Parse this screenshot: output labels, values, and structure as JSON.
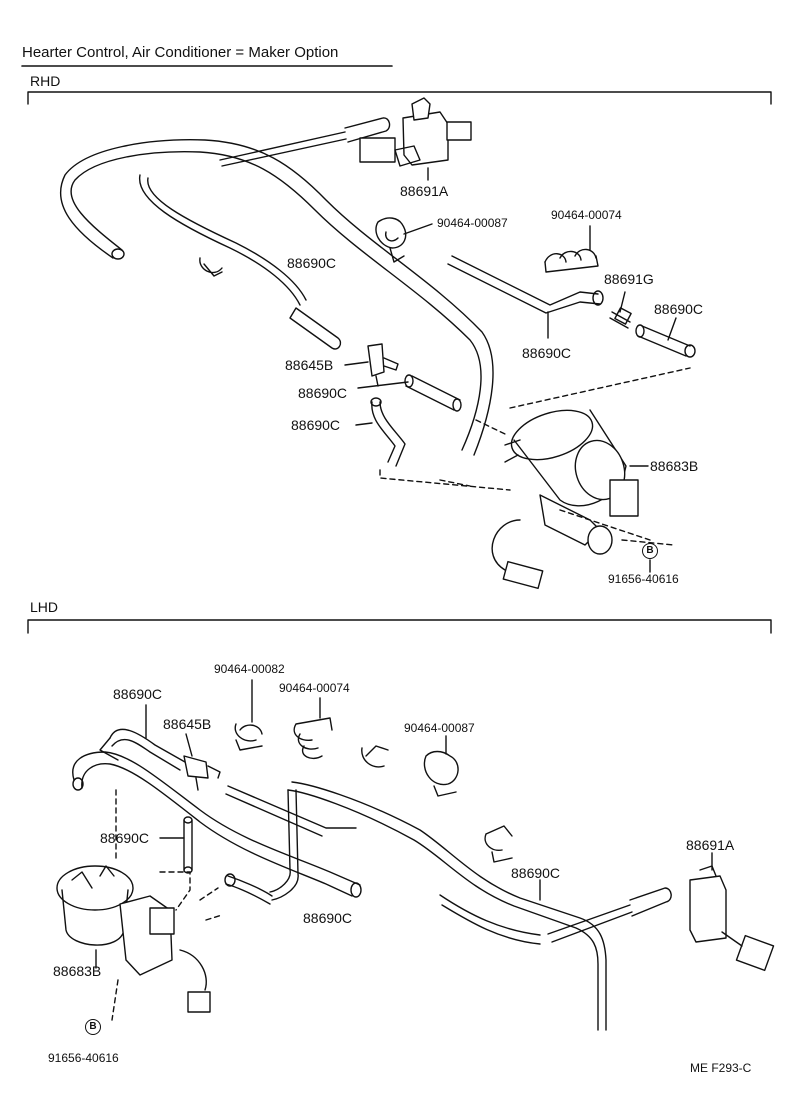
{
  "title": "Hearter Control, Air Conditioner = Maker Option",
  "sections": {
    "rhd": "RHD",
    "lhd": "LHD"
  },
  "rhd_labels": {
    "p88691A": "88691A",
    "p90464_00087": "90464-00087",
    "p90464_00074": "90464-00074",
    "p88690C_a": "88690C",
    "p88691G": "88691G",
    "p88690C_b": "88690C",
    "p88690C_c": "88690C",
    "p88645B": "88645B",
    "p88690C_d": "88690C",
    "p88690C_e": "88690C",
    "p88683B": "88683B",
    "bolt_ref": "B",
    "p91656_40616": "91656-40616"
  },
  "lhd_labels": {
    "p90464_00082": "90464-00082",
    "p88690C_a": "88690C",
    "p90464_00074": "90464-00074",
    "p88645B": "88645B",
    "p90464_00087": "90464-00087",
    "p88690C_b": "88690C",
    "p88691A": "88691A",
    "p88690C_c": "88690C",
    "p88690C_d": "88690C",
    "p88683B": "88683B",
    "bolt_ref": "B",
    "p91656_40616": "91656-40616"
  },
  "footer_code": "ME  F293-C"
}
